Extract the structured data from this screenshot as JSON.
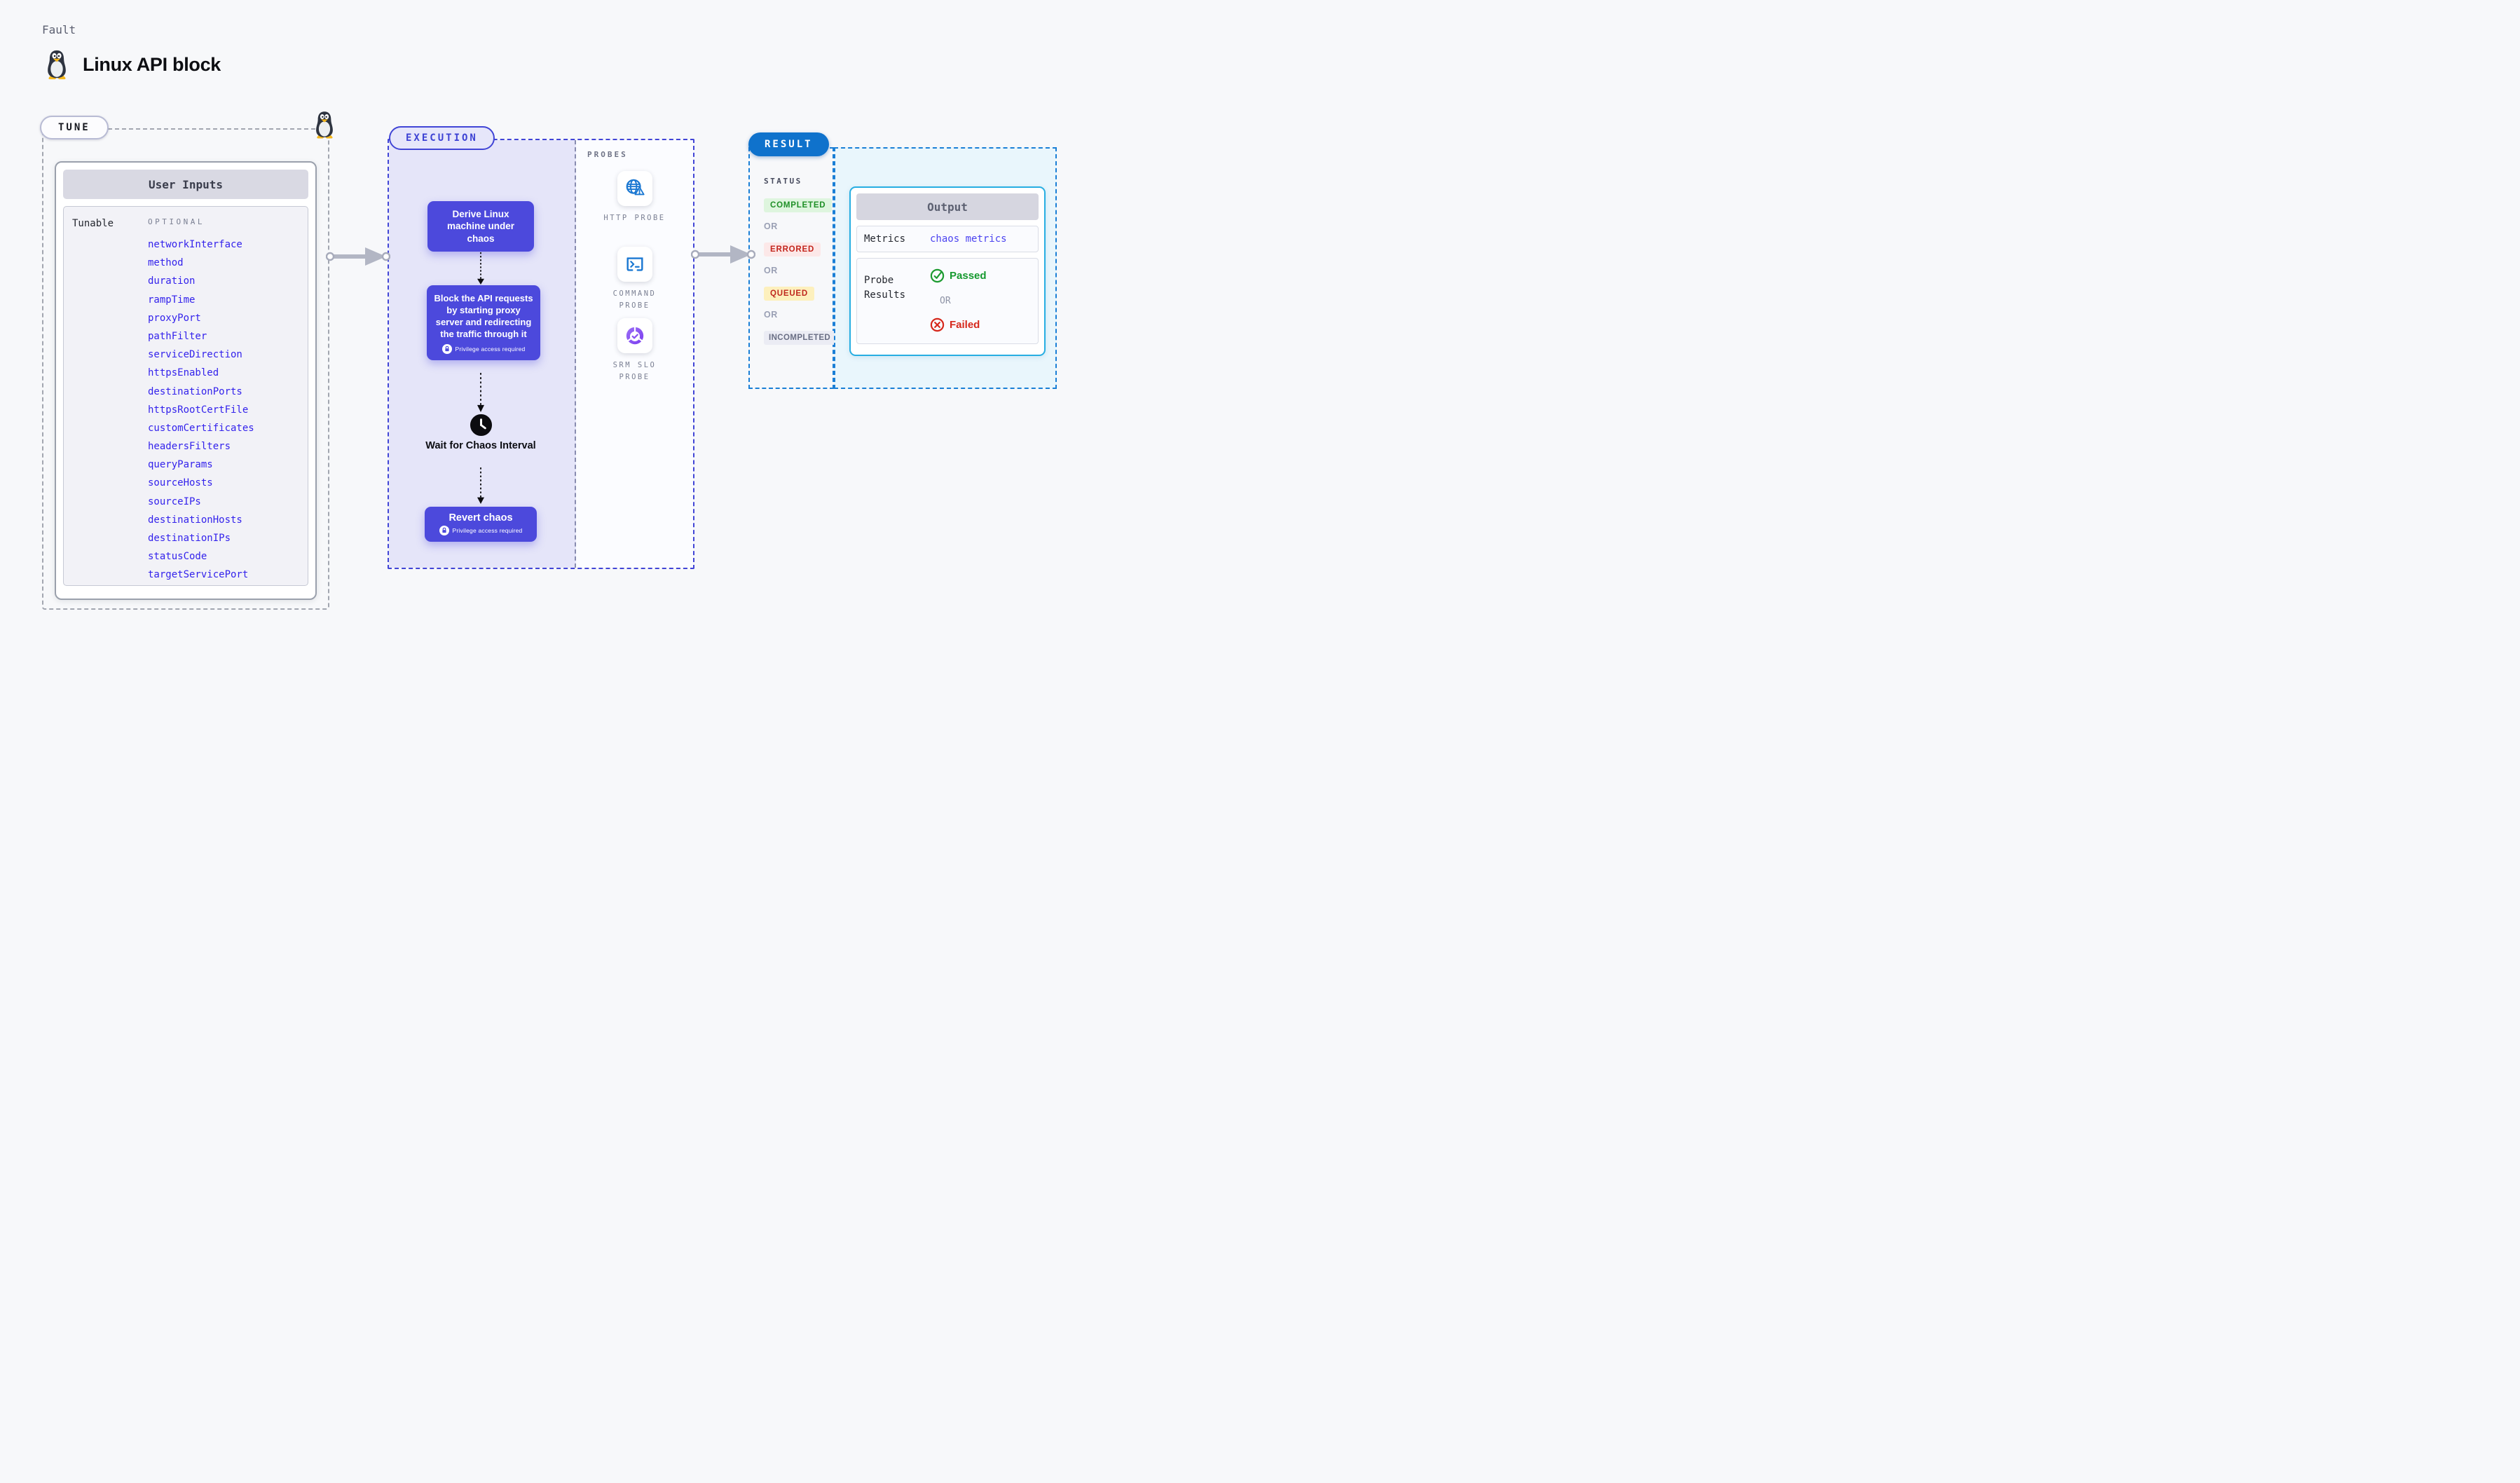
{
  "page": {
    "kicker": "Fault",
    "title": "Linux API block"
  },
  "tune": {
    "badge": "TUNE",
    "card_title": "User Inputs",
    "row_label": "Tunable",
    "column_label": "OPTIONAL",
    "params": [
      "networkInterface",
      "method",
      "duration",
      "rampTime",
      "proxyPort",
      "pathFilter",
      "serviceDirection",
      "httpsEnabled",
      "destinationPorts",
      "httpsRootCertFile",
      "customCertificates",
      "headersFilters",
      "queryParams",
      "sourceHosts",
      "sourceIPs",
      "destinationHosts",
      "destinationIPs",
      "statusCode",
      "targetServicePort"
    ]
  },
  "execution": {
    "badge": "EXECUTION",
    "steps": [
      {
        "label": "Derive Linux machine under chaos",
        "privilege": false
      },
      {
        "label": "Block the API requests by starting proxy server and redirecting the traffic through it",
        "privilege": true
      },
      {
        "label": "Wait for Chaos Interval",
        "type": "wait"
      },
      {
        "label": "Revert chaos",
        "privilege": true
      }
    ],
    "privilege_label": "Privilege access required",
    "probes": {
      "label": "PROBES",
      "items": [
        {
          "name": "HTTP PROBE",
          "icon": "globe-alert-icon"
        },
        {
          "name": "COMMAND\nPROBE",
          "icon": "terminal-icon"
        },
        {
          "name": "SRM SLO\nPROBE",
          "icon": "slo-donut-icon"
        }
      ]
    }
  },
  "result": {
    "badge": "RESULT",
    "status_label": "STATUS",
    "or_label": "OR",
    "statuses": [
      {
        "label": "COMPLETED",
        "bg": "#def5de",
        "color": "#1e8f26"
      },
      {
        "label": "ERRORED",
        "bg": "#fce8e8",
        "color": "#c3251c"
      },
      {
        "label": "QUEUED",
        "bg": "#fdf0bd",
        "color": "#bf271e"
      },
      {
        "label": "INCOMPLETED",
        "bg": "#ebecf4",
        "color": "#696e84"
      }
    ],
    "output": {
      "title": "Output",
      "metrics_label": "Metrics",
      "metrics_value": "chaos metrics",
      "probe_results_label": "Probe\nResults",
      "passed_label": "Passed",
      "or_label": "OR",
      "failed_label": "Failed"
    }
  },
  "colors": {
    "page_bg": "#f7f8fa",
    "step_box": "#4c49dc",
    "execution_accent": "#4145d6",
    "execution_bg": "#e5e5f9",
    "result_accent": "#0f72cc",
    "result_dashed": "#1a7fd6",
    "output_border": "#27aee2",
    "output_zone_bg": "#e9f6fc",
    "param_blue": "#3322ec",
    "chaos_pink": "#fb4d77",
    "probe_icon_blue": "#1b78d2",
    "passed_green": "#15992e",
    "failed_red": "#d6281c"
  }
}
